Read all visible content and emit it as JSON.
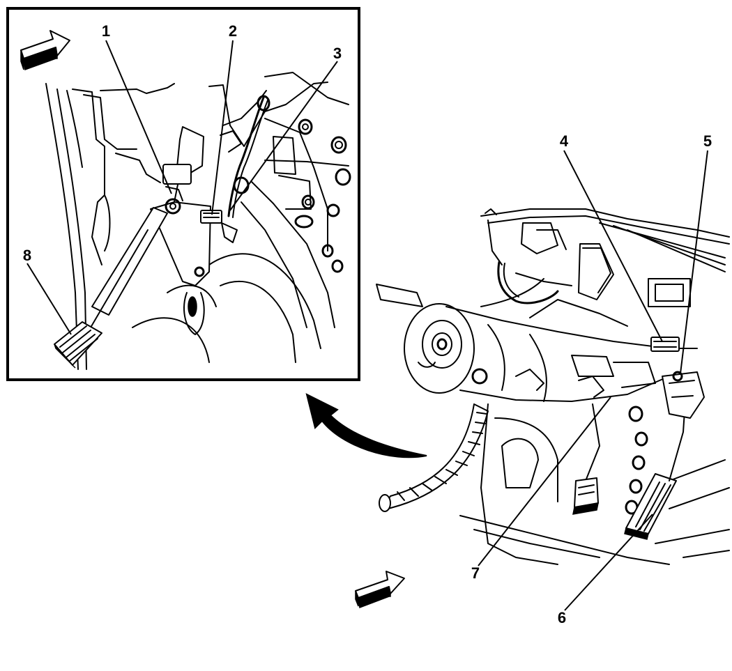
{
  "callouts": [
    {
      "id": "1",
      "text": "1"
    },
    {
      "id": "2",
      "text": "2"
    },
    {
      "id": "3",
      "text": "3"
    },
    {
      "id": "4",
      "text": "4"
    },
    {
      "id": "5",
      "text": "5"
    },
    {
      "id": "6",
      "text": "6"
    },
    {
      "id": "7",
      "text": "7"
    },
    {
      "id": "8",
      "text": "8"
    }
  ],
  "icons": {
    "inset_direction_arrow": "forward-arrow-icon",
    "main_direction_arrow": "forward-arrow-icon",
    "detail_view_arrow": "curved-arrow-icon"
  },
  "colors": {
    "line": "#000000",
    "background": "#ffffff"
  }
}
